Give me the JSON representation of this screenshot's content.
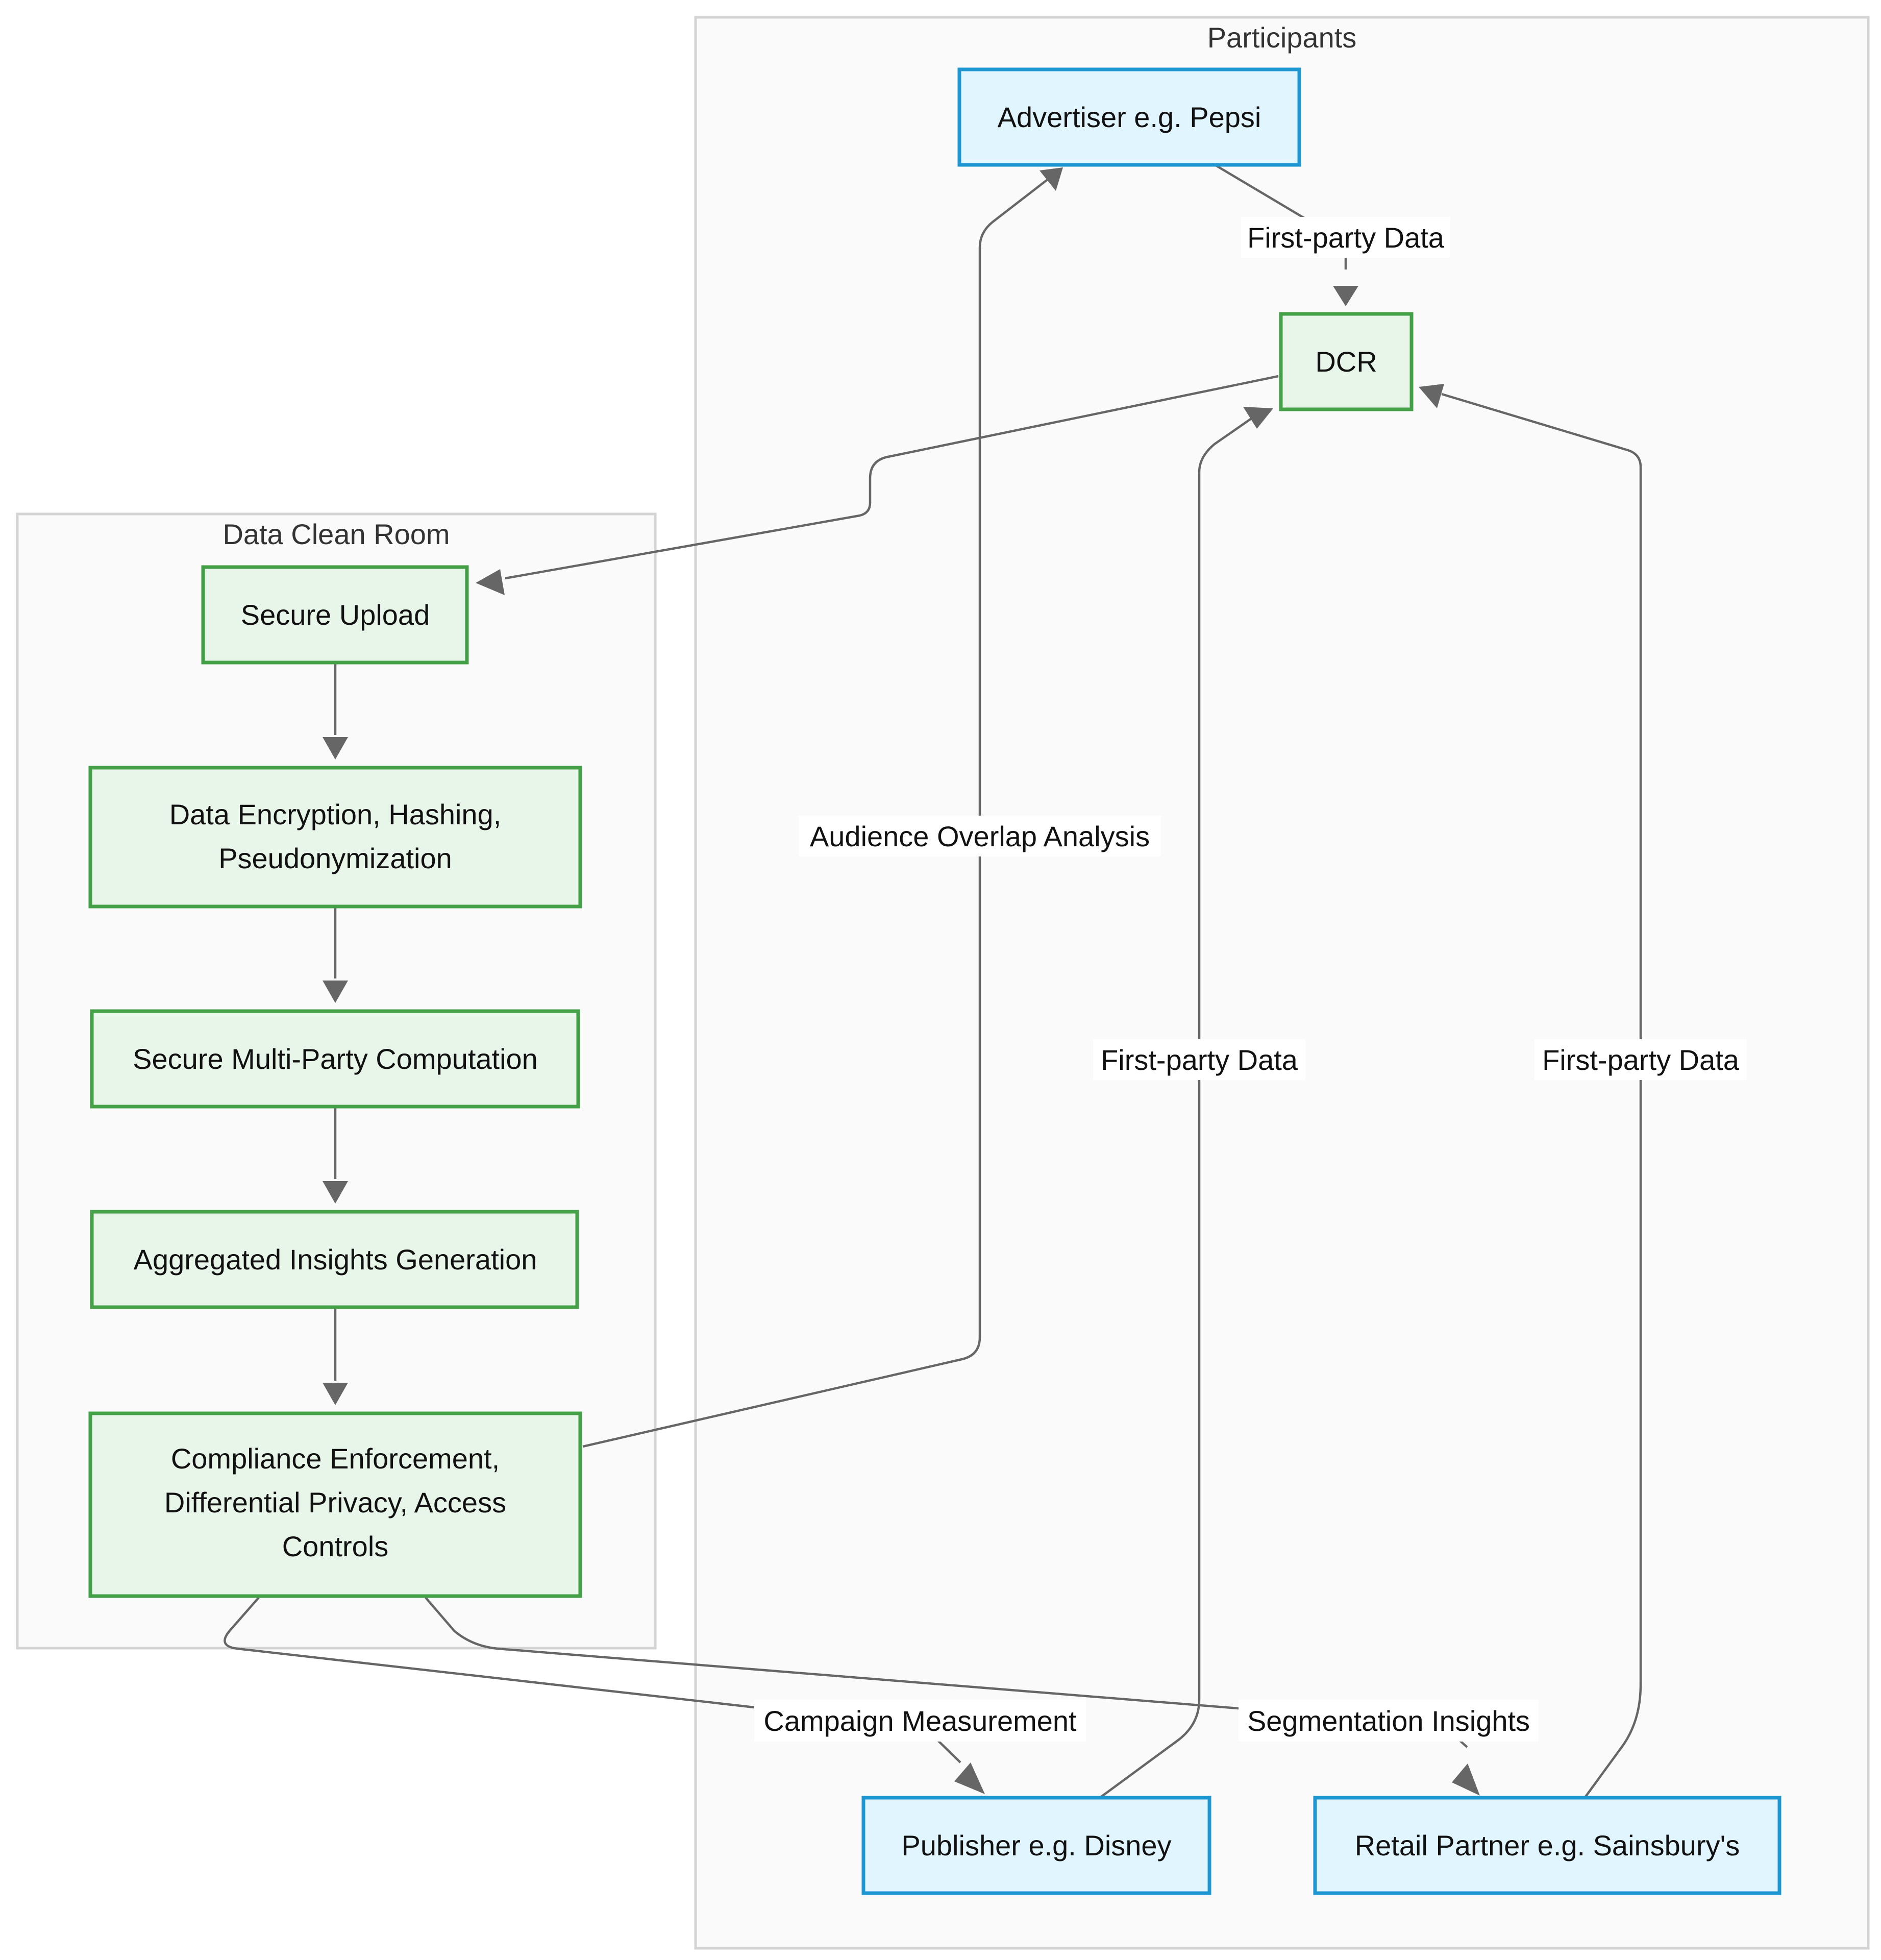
{
  "clusters": {
    "participants": "Participants",
    "dcr_room": "Data Clean Room"
  },
  "nodes": {
    "advertiser": "Advertiser e.g. Pepsi",
    "dcr": "DCR",
    "secure_upload": "Secure Upload",
    "encryption": [
      "Data Encryption, Hashing,",
      "Pseudonymization"
    ],
    "smpc": "Secure Multi-Party Computation",
    "aggregated": "Aggregated Insights Generation",
    "compliance": [
      "Compliance Enforcement,",
      "Differential Privacy, Access",
      "Controls"
    ],
    "publisher": "Publisher e.g. Disney",
    "retail": "Retail Partner e.g. Sainsbury's"
  },
  "edges": {
    "adv_to_dcr": "First-party Data",
    "audience_overlap": "Audience Overlap Analysis",
    "pub_to_dcr": "First-party Data",
    "retail_to_dcr": "First-party Data",
    "campaign": "Campaign Measurement",
    "segmentation": "Segmentation Insights"
  },
  "colors": {
    "green_fill": "#e8f5e9",
    "green_stroke": "#43a047",
    "blue_fill": "#e1f5fe",
    "blue_stroke": "#1e96d2",
    "edge": "#666666",
    "cluster_fill": "#fafafa"
  }
}
